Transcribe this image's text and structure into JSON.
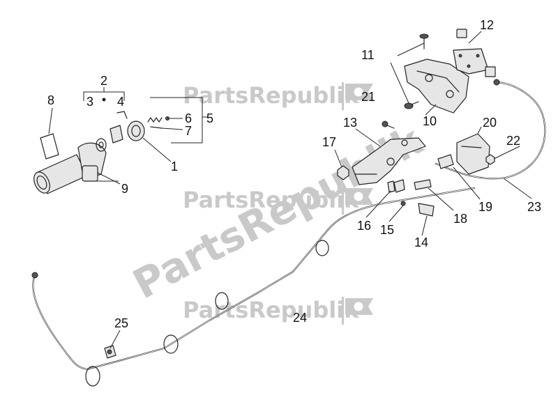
{
  "watermark": {
    "text": "PartsRepublik",
    "color": "#c9c9c9"
  },
  "callouts": {
    "n1": "1",
    "n2": "2",
    "n3": "3",
    "n4": "4",
    "n5": "5",
    "n6": "6",
    "n7": "7",
    "n8": "8",
    "n9": "9",
    "n10": "10",
    "n11": "11",
    "n12": "12",
    "n13": "13",
    "n14": "14",
    "n15": "15",
    "n16": "16",
    "n17": "17",
    "n18": "18",
    "n19": "19",
    "n20": "20",
    "n21": "21",
    "n22": "22",
    "n23": "23",
    "n24": "24",
    "n25": "25"
  }
}
